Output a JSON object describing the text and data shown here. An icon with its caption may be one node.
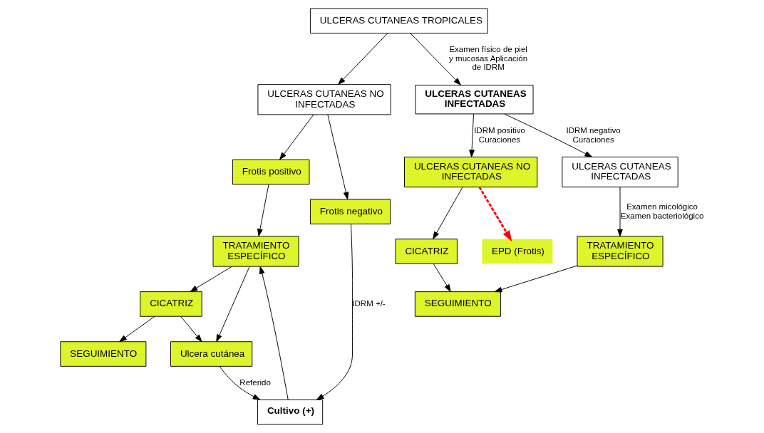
{
  "diagram": {
    "nodes": [
      {
        "text": [
          "ULCERAS CUTANEAS TROPICALES"
        ]
      },
      {
        "text": [
          "ULCERAS CUTANEAS NO INFECTADAS"
        ]
      },
      {
        "text": [
          "ULCERAS CUTANEAS INFECTADAS"
        ]
      },
      {
        "text": [
          "EPD (Frotis)"
        ]
      },
      {
        "text": [
          "Frotis positivo"
        ]
      },
      {
        "text": [
          "Frotis negativo"
        ]
      },
      {
        "text": [
          "TRATAMIENTO ESPECÍFICO"
        ]
      },
      {
        "text": [
          "Cultivo (+)"
        ]
      },
      {
        "text": [
          "CICATRIZ"
        ]
      },
      {
        "text": [
          "Ulcera cutánea"
        ]
      },
      {
        "text": [
          "SEGUIMIENTO"
        ]
      },
      {
        "text": [
          "ULCERAS CUTANEAS NO INFECTADAS"
        ]
      },
      {
        "text": [
          "ULCERAS CUTANEAS INFECTADAS"
        ]
      },
      {
        "text": [
          "CICATRIZ"
        ]
      },
      {
        "text": [
          "TRATAMIENTO ESPECÍFICO"
        ]
      },
      {
        "text": [
          "SEGUIMIENTO"
        ]
      }
    ],
    "edges": [
      {
        "from": 0,
        "to": 1,
        "arrow": "to"
      },
      {
        "from": 0,
        "to": 2,
        "arrow": "to",
        "label": "Examen físico de piel y mucosas Aplicación de IDRM"
      },
      {
        "from": 1,
        "to": 4,
        "arrow": "to"
      },
      {
        "from": 1,
        "to": 5,
        "arrow": "to"
      },
      {
        "from": 11,
        "to": 3,
        "arrow": "to",
        "style": "dashed",
        "color": "#ff0000"
      },
      {
        "from": 4,
        "to": 6,
        "arrow": "to"
      },
      {
        "from": 5,
        "to": 7,
        "arrow": "to",
        "label": "IDRM +/-"
      },
      {
        "from": 7,
        "to": 6,
        "arrow": "to"
      },
      {
        "from": 6,
        "to": 8,
        "arrow": "to"
      },
      {
        "from": 6,
        "to": 9,
        "arrow": "to"
      },
      {
        "from": 8,
        "to": 9,
        "arrow": "to"
      },
      {
        "from": 9,
        "to": 7,
        "arrow": "to",
        "label": "Referido"
      },
      {
        "from": 8,
        "to": 10,
        "arrow": "to"
      },
      {
        "from": 2,
        "to": 11,
        "arrow": "to",
        "label": "IDRM positivo Curaciones"
      },
      {
        "from": 2,
        "to": 12,
        "arrow": "to",
        "label": "IDRM negativo Curaciones"
      },
      {
        "from": 11,
        "to": 13,
        "arrow": "to"
      },
      {
        "from": 13,
        "to": 15,
        "arrow": "to"
      },
      {
        "from": 12,
        "to": 14,
        "arrow": "to",
        "label": "Examen micológico Examen bacteriológico"
      },
      {
        "from": 14,
        "to": 15,
        "arrow": "to"
      }
    ]
  }
}
